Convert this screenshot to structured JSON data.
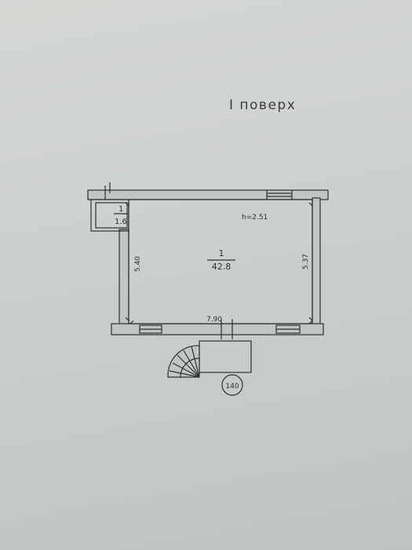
{
  "title": "I поверх",
  "height_label": "h=2.51",
  "room_main": {
    "number": "1",
    "area": "42.8"
  },
  "room_small": {
    "number": "1",
    "area": "1.6"
  },
  "dims": {
    "left": "5.40",
    "right": "5.37",
    "bottom": "7.90"
  },
  "plan_number": "140"
}
